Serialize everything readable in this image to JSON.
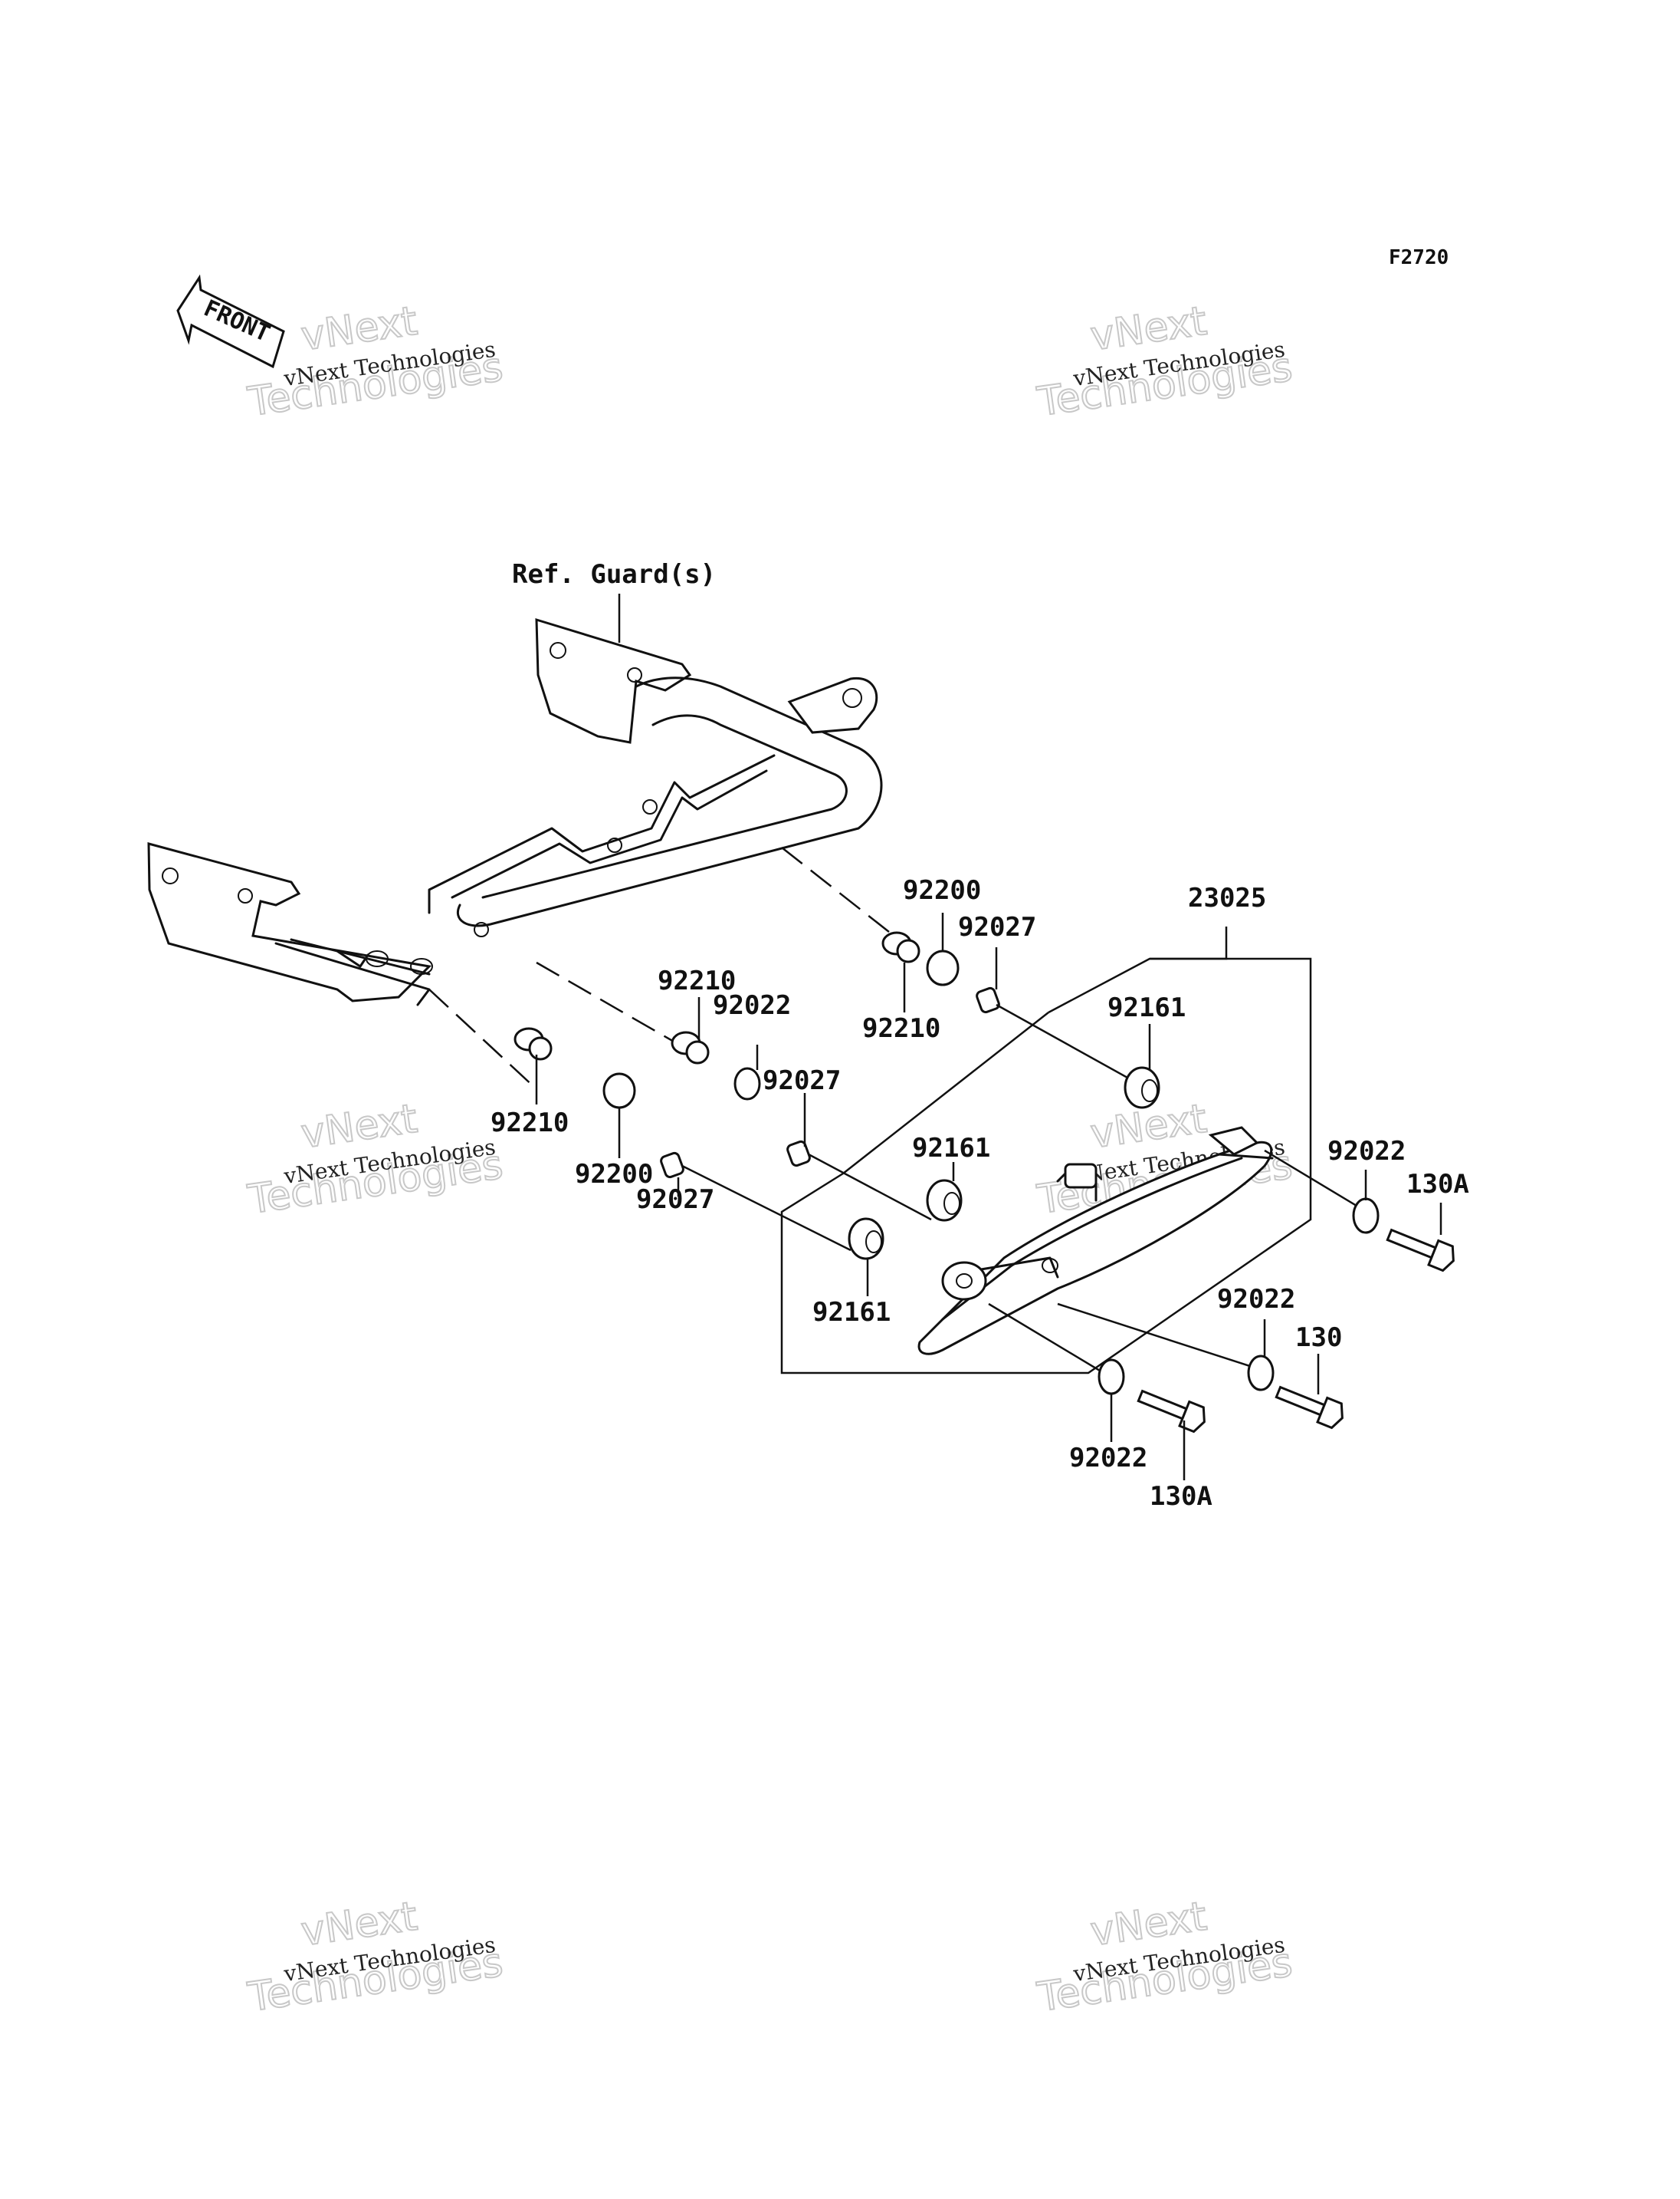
{
  "figure_code": "F2720",
  "front_arrow_text": "FRONT",
  "reference_label": "Ref. Guard(s)",
  "watermark": {
    "line": "vNext Technologies",
    "big_1": "vNext",
    "big_2": "Technologies"
  },
  "labels": {
    "p92200_top": "92200",
    "p23025": "23025",
    "p92027_top": "92027",
    "p92210_top": "92210",
    "p92210_mid": "92210",
    "p92022_mid": "92022",
    "p92027_mid": "92027",
    "p92161_top": "92161",
    "p92161_mid": "92161",
    "p92210_left": "92210",
    "p92200_left": "92200",
    "p92027_left": "92027",
    "p92022_right": "92022",
    "p130A_right": "130A",
    "p92161_low": "92161",
    "p92022_low": "92022",
    "p130": "130",
    "p92022_bottom": "92022",
    "p130A_bottom": "130A"
  }
}
